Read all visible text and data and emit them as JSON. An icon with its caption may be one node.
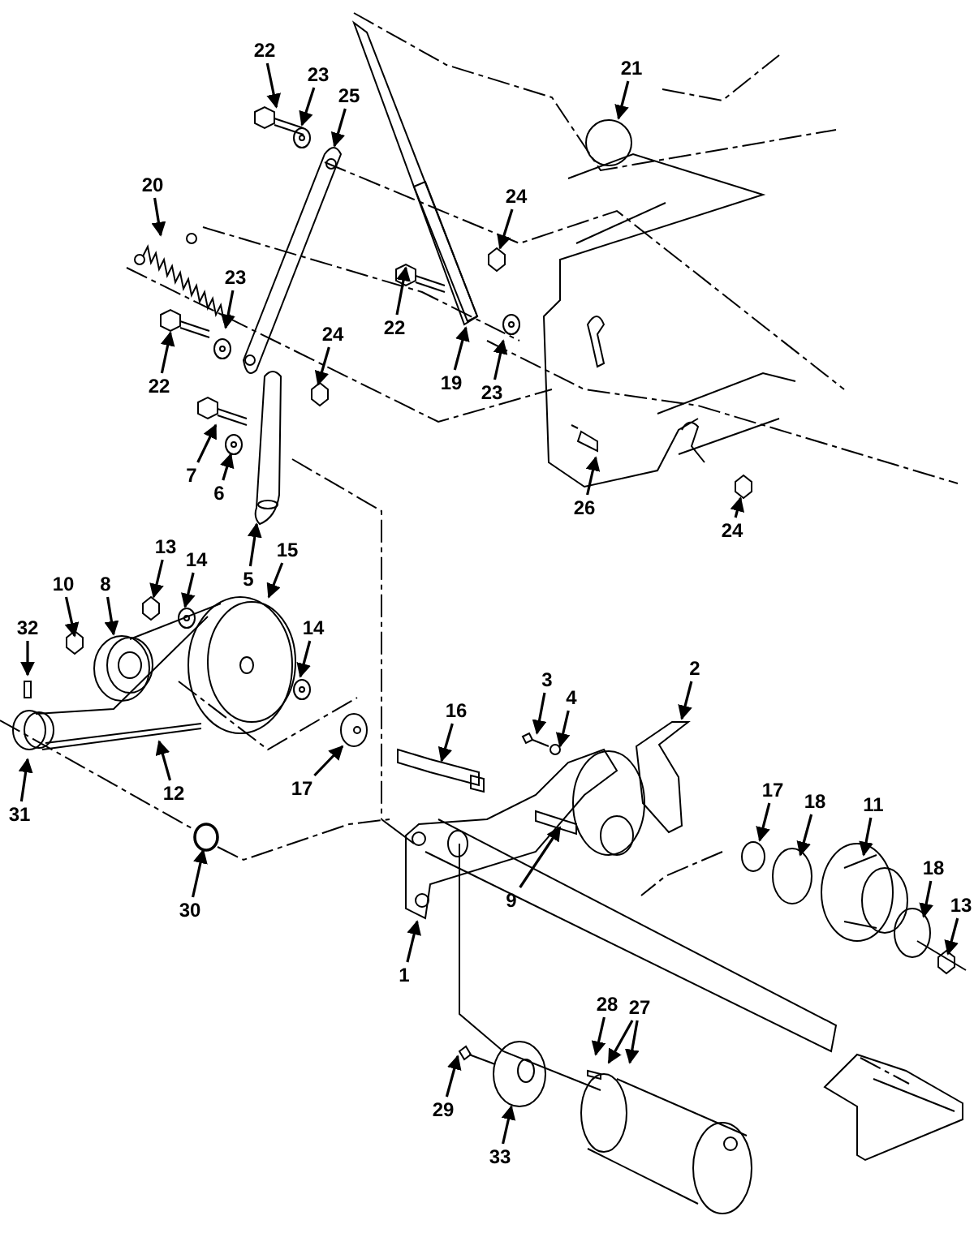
{
  "diagram": {
    "nodes": [
      {
        "text": [
          "22"
        ]
      },
      {
        "text": [
          "21"
        ]
      },
      {
        "text": [
          "23"
        ]
      },
      {
        "text": [
          "25"
        ]
      },
      {
        "text": [
          "20"
        ]
      },
      {
        "text": [
          "24"
        ]
      },
      {
        "text": [
          "23"
        ]
      },
      {
        "text": [
          "22"
        ]
      },
      {
        "text": [
          "24"
        ]
      },
      {
        "text": [
          "19"
        ]
      },
      {
        "text": [
          "22"
        ]
      },
      {
        "text": [
          "23"
        ]
      },
      {
        "text": [
          "7"
        ]
      },
      {
        "text": [
          "6"
        ]
      },
      {
        "text": [
          "26"
        ]
      },
      {
        "text": [
          "24"
        ]
      },
      {
        "text": [
          "13"
        ]
      },
      {
        "text": [
          "15"
        ]
      },
      {
        "text": [
          "14"
        ]
      },
      {
        "text": [
          "5"
        ]
      },
      {
        "text": [
          "10"
        ]
      },
      {
        "text": [
          "8"
        ]
      },
      {
        "text": [
          "32"
        ]
      },
      {
        "text": [
          "14"
        ]
      },
      {
        "text": [
          "2"
        ]
      },
      {
        "text": [
          "3"
        ]
      },
      {
        "text": [
          "4"
        ]
      },
      {
        "text": [
          "16"
        ]
      },
      {
        "text": [
          "17"
        ]
      },
      {
        "text": [
          "17"
        ]
      },
      {
        "text": [
          "12"
        ]
      },
      {
        "text": [
          "18"
        ]
      },
      {
        "text": [
          "11"
        ]
      },
      {
        "text": [
          "31"
        ]
      },
      {
        "text": [
          "18"
        ]
      },
      {
        "text": [
          "9"
        ]
      },
      {
        "text": [
          "13"
        ]
      },
      {
        "text": [
          "30"
        ]
      },
      {
        "text": [
          "1"
        ]
      },
      {
        "text": [
          "28"
        ]
      },
      {
        "text": [
          "27"
        ]
      },
      {
        "text": [
          "29"
        ]
      },
      {
        "text": [
          "33"
        ]
      },
      {
        "text": [],
        "shape": "picture"
      },
      {
        "text": [],
        "shape": "picture"
      },
      {
        "text": [],
        "shape": "picture"
      },
      {
        "text": [],
        "shape": "picture"
      },
      {
        "text": [],
        "shape": "picture"
      },
      {
        "text": [],
        "shape": "picture"
      },
      {
        "text": [],
        "shape": "picture"
      },
      {
        "text": [],
        "shape": "picture"
      },
      {
        "text": [],
        "shape": "circle"
      }
    ],
    "edges": [
      {
        "from": 0,
        "to": 43,
        "arrow": "to"
      },
      {
        "from": 1,
        "to": null,
        "arrow": "to"
      },
      {
        "from": 2,
        "to": null,
        "arrow": "to"
      },
      {
        "from": 3,
        "to": null,
        "arrow": "to"
      },
      {
        "from": 4,
        "to": null,
        "arrow": "to"
      },
      {
        "from": 5,
        "to": null,
        "arrow": "to"
      },
      {
        "from": 6,
        "to": null,
        "arrow": "to"
      },
      {
        "from": 7,
        "to": null,
        "arrow": "to"
      },
      {
        "from": 8,
        "to": null,
        "arrow": "to"
      },
      {
        "from": 9,
        "to": null,
        "arrow": "to"
      },
      {
        "from": 10,
        "to": null,
        "arrow": "to"
      },
      {
        "from": 11,
        "to": null,
        "arrow": "to"
      },
      {
        "from": 12,
        "to": 44,
        "arrow": "to"
      },
      {
        "from": 13,
        "to": 45,
        "arrow": "to"
      },
      {
        "from": 14,
        "to": null,
        "arrow": "to"
      },
      {
        "from": 15,
        "to": 46,
        "arrow": "to"
      },
      {
        "from": 16,
        "to": 47,
        "arrow": "to"
      },
      {
        "from": 17,
        "to": 48,
        "arrow": "to"
      },
      {
        "from": 18,
        "to": null,
        "arrow": "to"
      },
      {
        "from": 19,
        "to": 49,
        "arrow": "to"
      },
      {
        "from": 20,
        "to": null,
        "arrow": "to"
      },
      {
        "from": 21,
        "to": null,
        "arrow": "to"
      },
      {
        "from": 22,
        "to": null,
        "arrow": "to"
      },
      {
        "from": 23,
        "to": null,
        "arrow": "to"
      },
      {
        "from": 24,
        "to": null,
        "arrow": "to"
      },
      {
        "from": 25,
        "to": 50,
        "arrow": "to"
      },
      {
        "from": 26,
        "to": null,
        "arrow": "to"
      },
      {
        "from": 27,
        "to": null,
        "arrow": "to"
      },
      {
        "from": 28,
        "to": null,
        "arrow": "to"
      },
      {
        "from": 29,
        "to": null,
        "arrow": "to"
      },
      {
        "from": 30,
        "to": null,
        "arrow": "to"
      },
      {
        "from": 31,
        "to": null,
        "arrow": "to"
      },
      {
        "from": 32,
        "to": null,
        "arrow": "to"
      },
      {
        "from": 33,
        "to": null,
        "arrow": "to"
      },
      {
        "from": 34,
        "to": null,
        "arrow": "to"
      },
      {
        "from": 35,
        "to": null,
        "arrow": "to"
      },
      {
        "from": 36,
        "to": null,
        "arrow": "to"
      },
      {
        "from": 37,
        "to": 51,
        "arrow": "to"
      },
      {
        "from": 38,
        "to": null,
        "arrow": "to"
      },
      {
        "from": 39,
        "to": null,
        "arrow": "to"
      },
      {
        "from": 40,
        "to": null,
        "arrow": "to"
      },
      {
        "from": 40,
        "to": null,
        "arrow": "to"
      },
      {
        "from": 41,
        "to": null,
        "arrow": "to"
      },
      {
        "from": 42,
        "to": null,
        "arrow": "to"
      }
    ]
  }
}
